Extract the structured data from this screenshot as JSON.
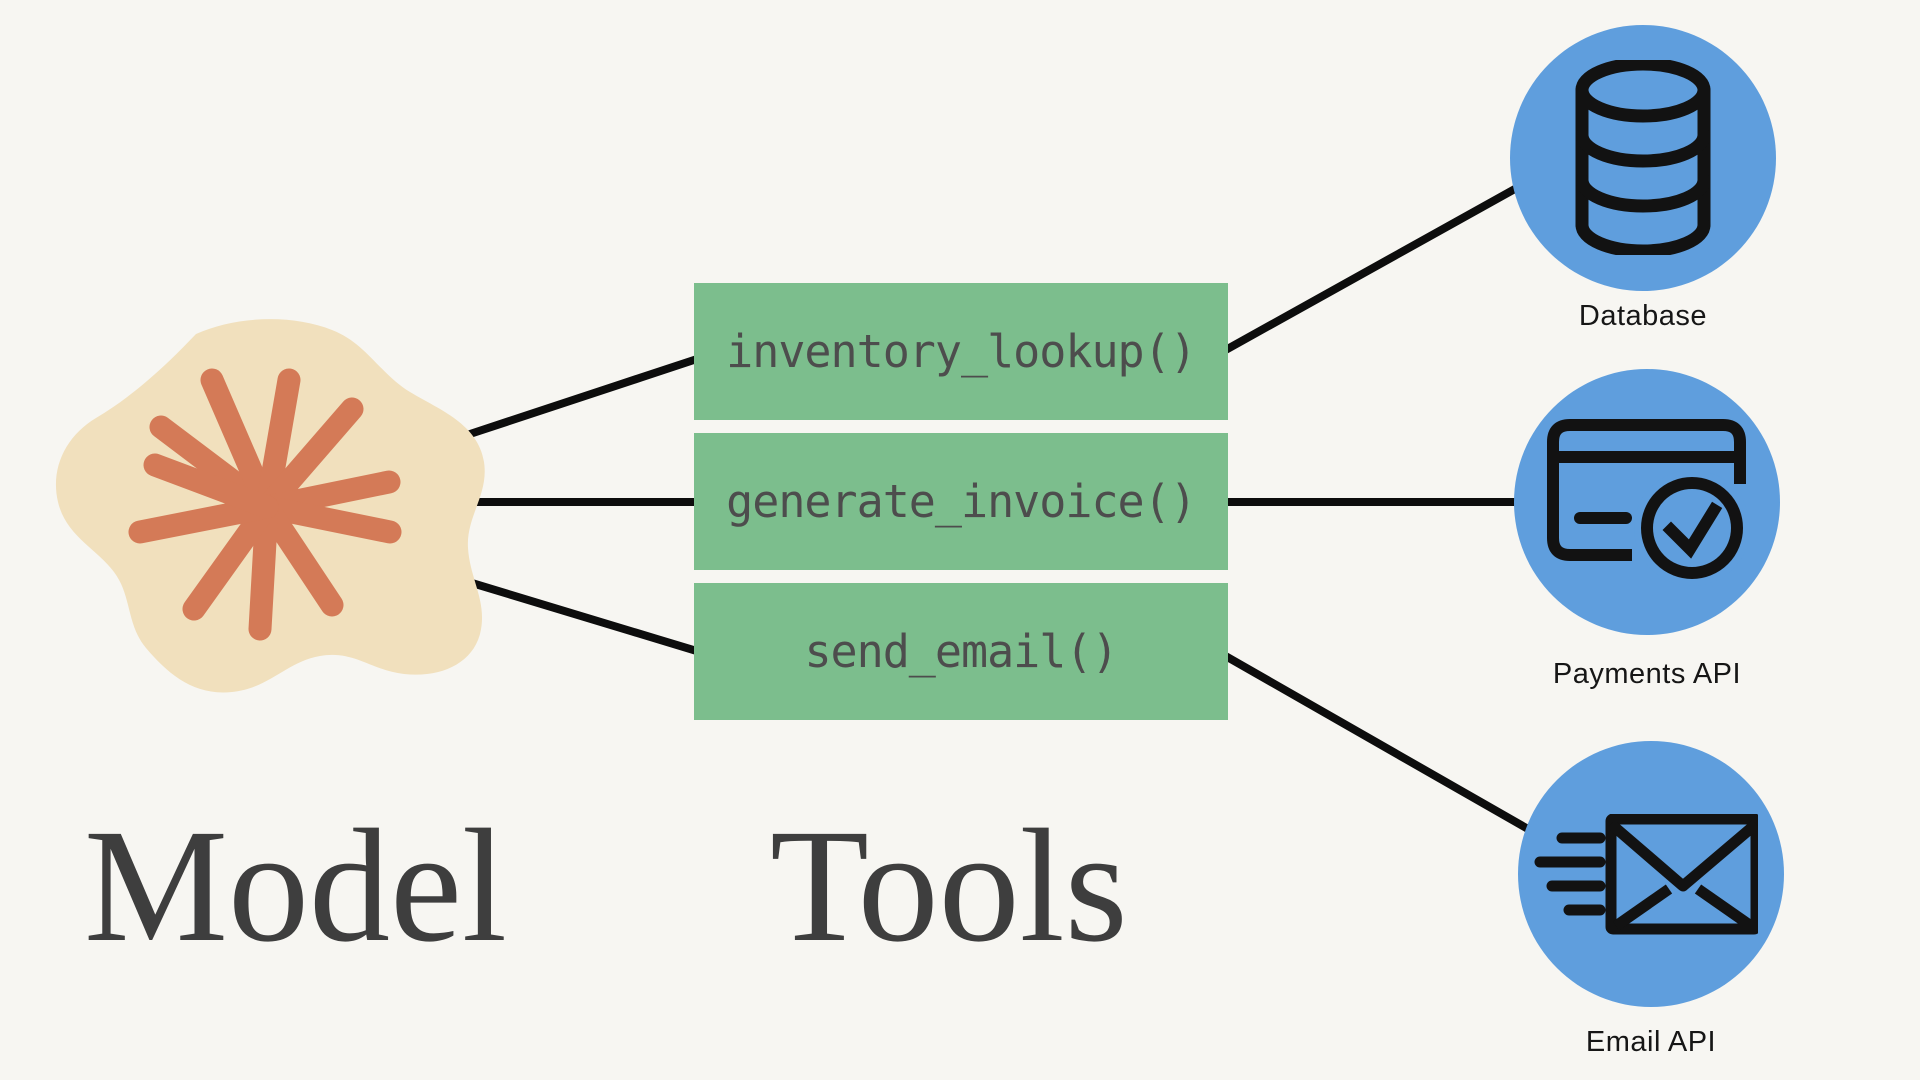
{
  "colors": {
    "background": "#f7f6f2",
    "tool_box": "#7cbe8d",
    "tool_text": "#4d4d4d",
    "service_circle": "#5f9edd",
    "icon_stroke": "#121212",
    "blob": "#f1e0bd",
    "star": "#d47a57",
    "connector": "#0d0d0d",
    "title_text": "#3e3e3e",
    "label_text": "#161616"
  },
  "titles": {
    "model": "Model",
    "tools": "Tools"
  },
  "tools": {
    "items": [
      {
        "label": "inventory_lookup()"
      },
      {
        "label": "generate_invoice()"
      },
      {
        "label": "send_email()"
      }
    ]
  },
  "services": [
    {
      "label": "Database",
      "icon": "database-icon"
    },
    {
      "label": "Payments API",
      "icon": "credit-card-check-icon"
    },
    {
      "label": "Email API",
      "icon": "email-send-icon"
    }
  ]
}
